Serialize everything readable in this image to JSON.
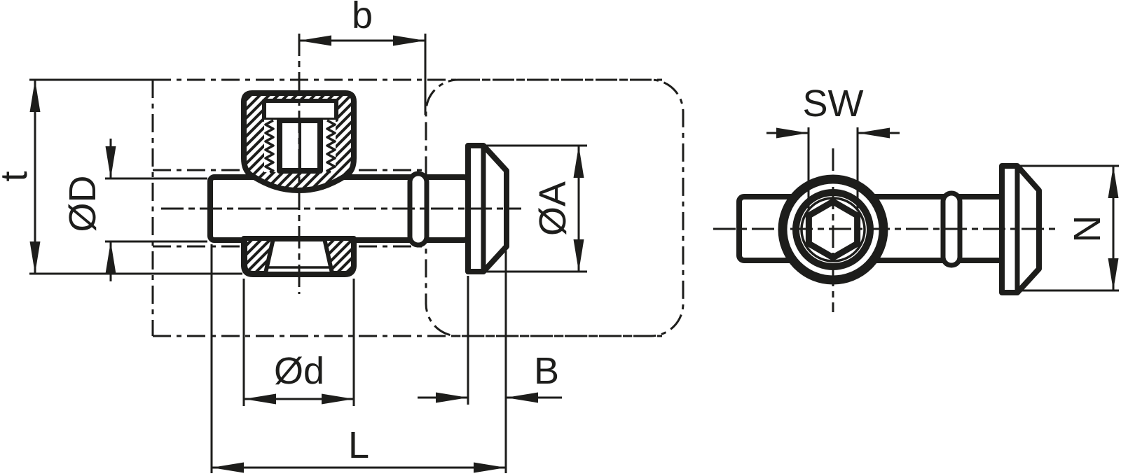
{
  "drawing": {
    "type": "technical-dimension-drawing",
    "background_color": "#ffffff",
    "line_color": "#1d1d1b",
    "views": [
      {
        "id": "side-section-view",
        "description": "sectioned side view: slotted nut on cylindrical shaft with grooved ring and conical T-head, phantom T-slot rail outline"
      },
      {
        "id": "end-view",
        "description": "end view: concentric circles with hexagon socket, shaft, groove ring and flattened head"
      }
    ],
    "dimensions": {
      "b": "b",
      "t": "t",
      "dia_D": "ØD",
      "dia_A": "ØA",
      "dia_d": "Ød",
      "B": "B",
      "L": "L",
      "SW": "SW",
      "N": "N"
    }
  }
}
